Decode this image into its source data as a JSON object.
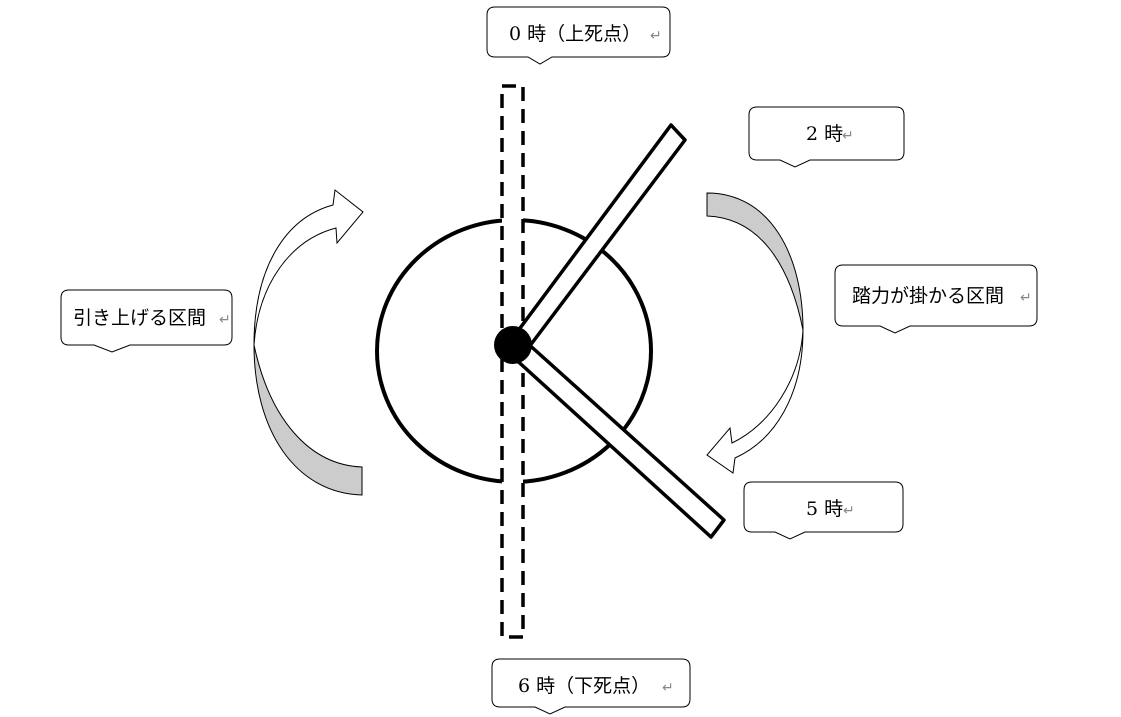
{
  "diagram": {
    "labels": {
      "top_dead_center": "0 時（上死点）",
      "two_oclock": "2 時",
      "pedal_force_zone": "踏力が掛かる区間",
      "five_oclock": "5 時",
      "bottom_dead_center": "6 時（下死点）",
      "pull_up_zone": "引き上げる区間"
    },
    "return_mark": "↵",
    "colors": {
      "stroke": "#000000",
      "arrow_fill": "#cccccc",
      "background": "#ffffff",
      "return_mark": "#888888"
    }
  }
}
